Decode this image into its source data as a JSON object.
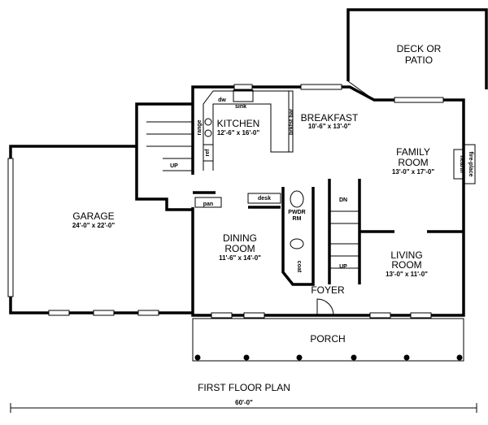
{
  "plan": {
    "title": "FIRST FLOOR PLAN",
    "overall_dimension": "60'-0\"",
    "rooms": {
      "deck": {
        "line1": "DECK OR",
        "line2": "PATIO"
      },
      "kitchen": {
        "name": "KITCHEN",
        "size": "12'-6\" x 16'-0\""
      },
      "breakfast": {
        "name": "BREAKFAST",
        "size": "10'-6\" x 13'-0\""
      },
      "family": {
        "line1": "FAMILY",
        "line2": "ROOM",
        "size": "13'-0\" x 17'-0\""
      },
      "garage": {
        "name": "GARAGE",
        "size": "24'-0\" x 22'-0\""
      },
      "dining": {
        "line1": "DINING",
        "line2": "ROOM",
        "size": "11'-6\" x 14'-0\""
      },
      "powder": {
        "line1": "PWDR",
        "line2": "RM"
      },
      "living": {
        "line1": "LIVING",
        "line2": "ROOM",
        "size": "13'-0\" x 11'-0\""
      },
      "foyer": {
        "name": "FOYER"
      },
      "porch": {
        "name": "PORCH"
      }
    },
    "fixtures": {
      "dw": "dw",
      "sink": "sink",
      "range": "range",
      "ref": "ref",
      "brkfst_bar": "brkfst bar",
      "pan": "pan",
      "desk": "desk",
      "dn": "DN",
      "up_main": "UP",
      "up_garage": "UP",
      "coat": "coat",
      "fireplace": "fire-place",
      "hearth": "hearth"
    }
  }
}
